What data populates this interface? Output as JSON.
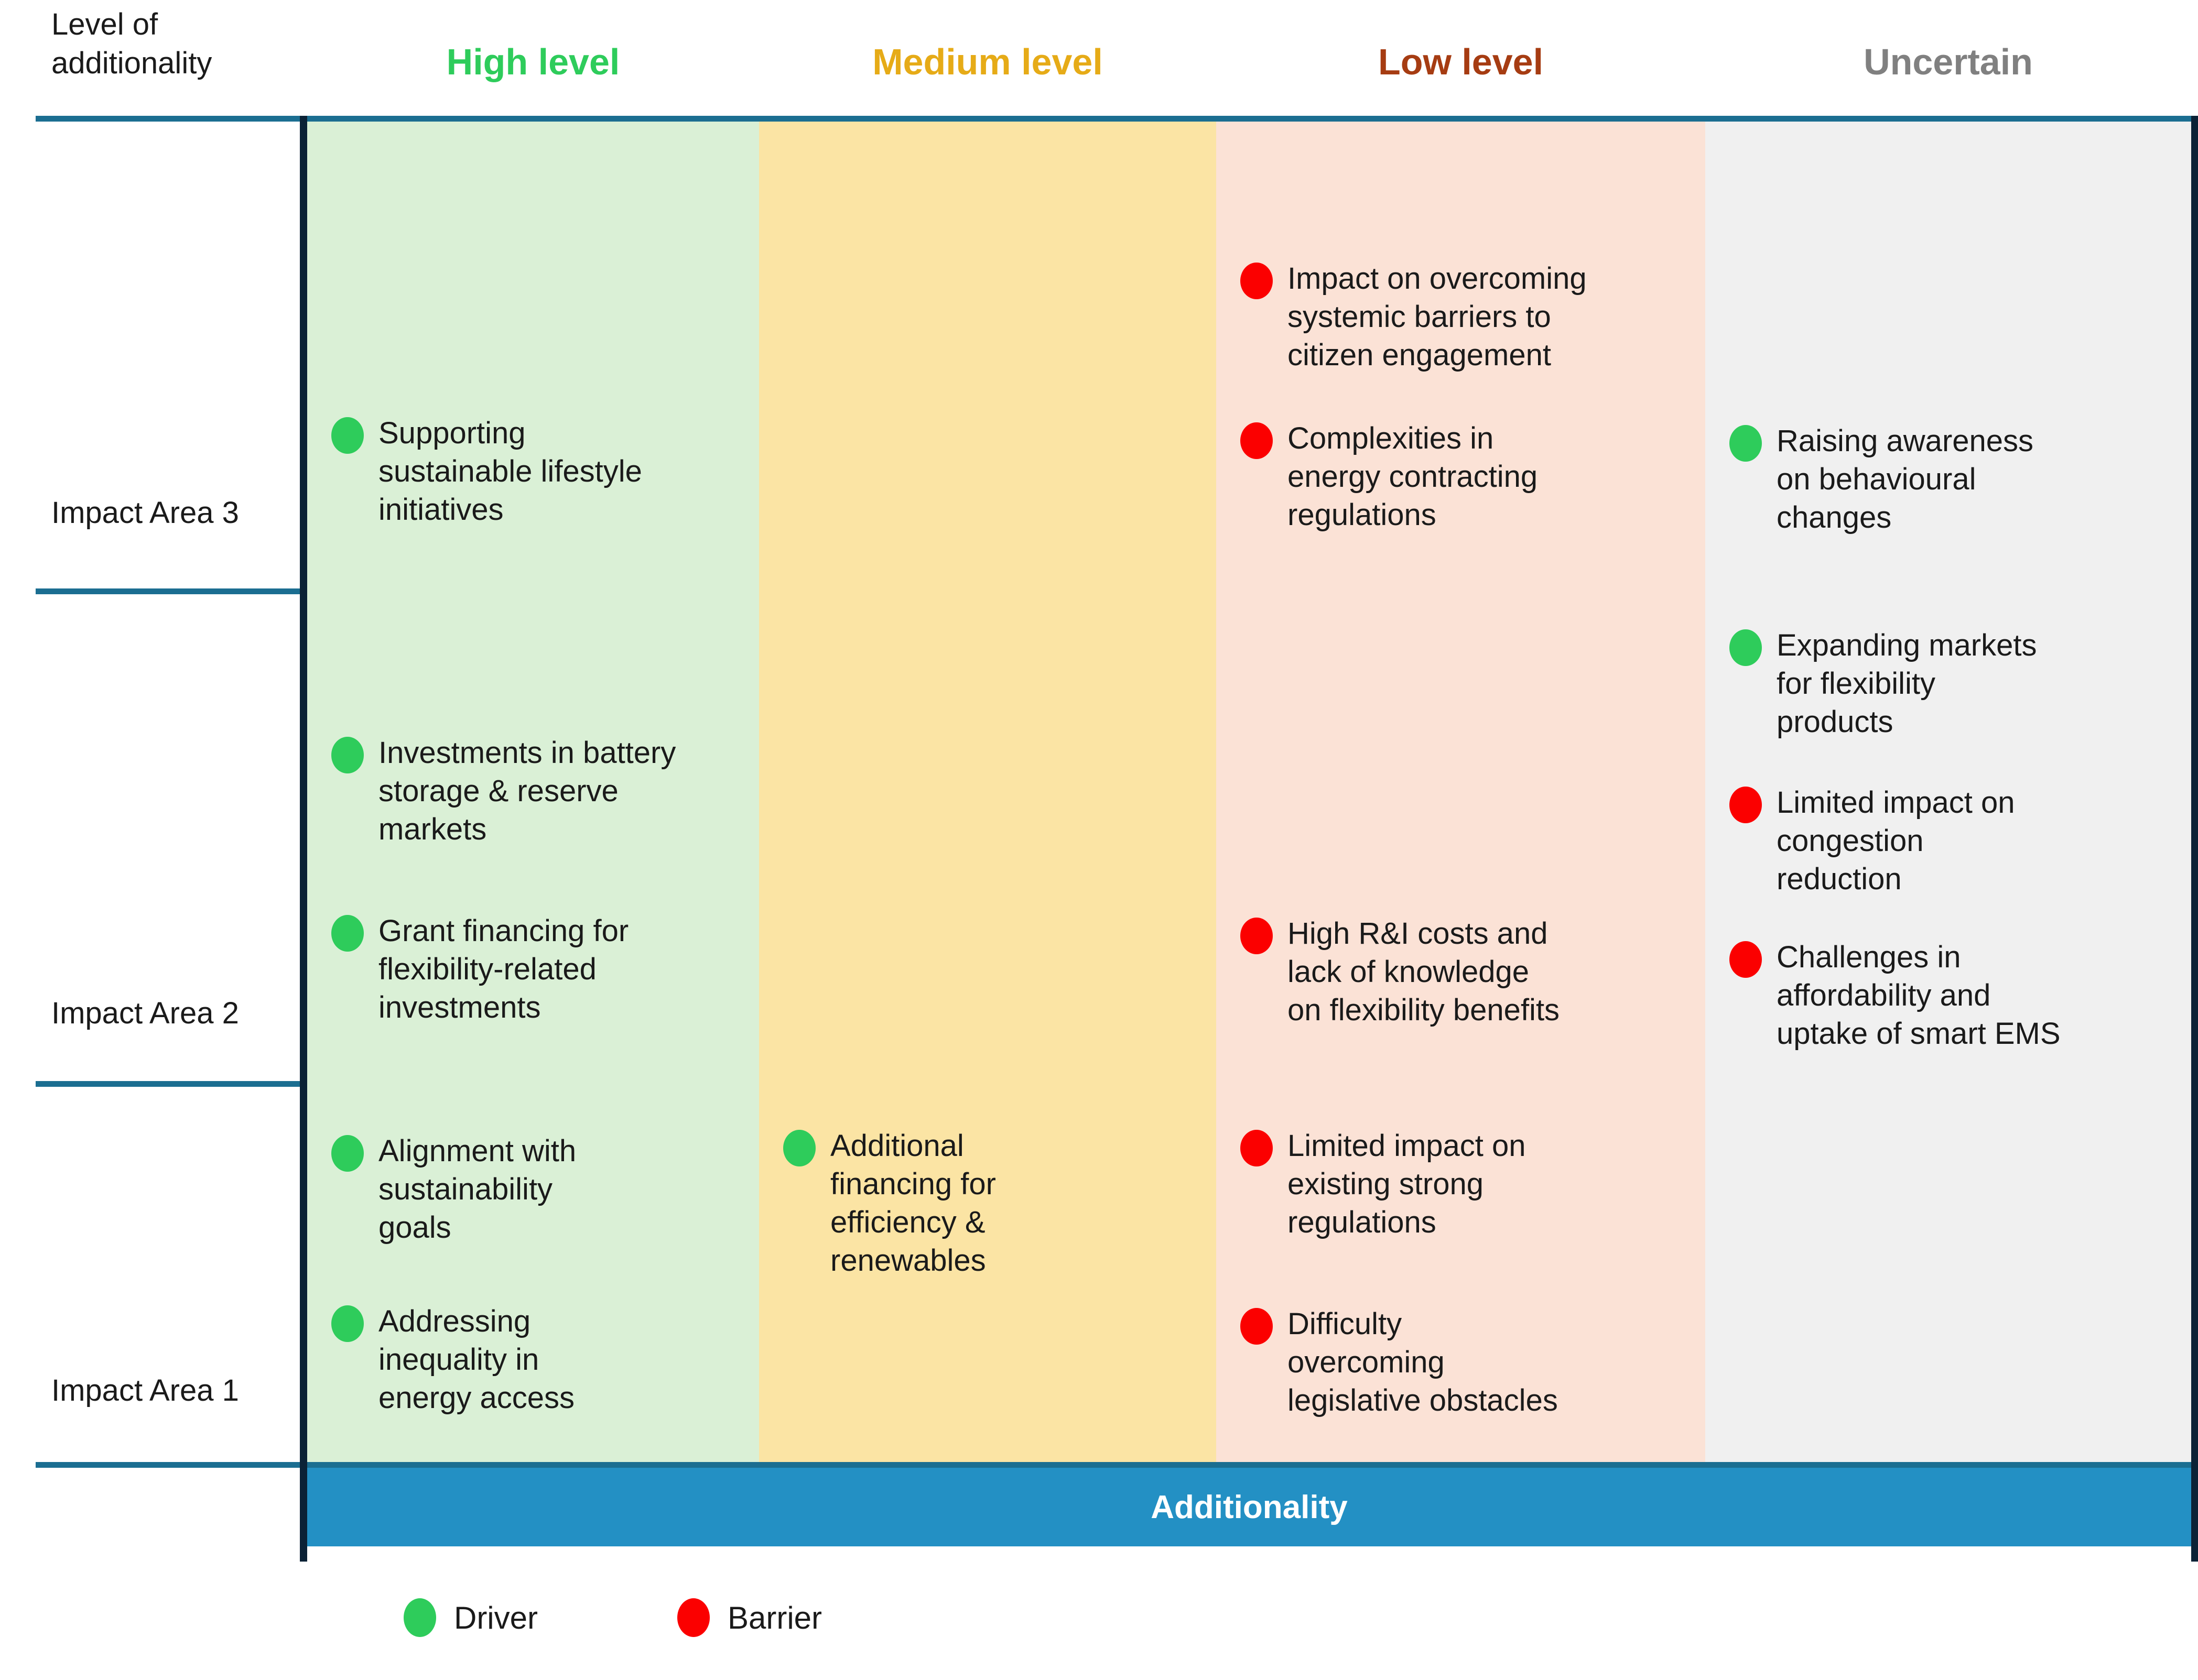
{
  "header": {
    "axis_label": "Level of\nadditionality",
    "columns": [
      {
        "label": "High level",
        "color": "#2ecc5b",
        "cell_bg": "#daf0d6"
      },
      {
        "label": "Medium level",
        "color": "#e6ab17",
        "cell_bg": "#fbe4a4"
      },
      {
        "label": "Low level",
        "color": "#a63c12",
        "cell_bg": "#fbe2d6"
      },
      {
        "label": "Uncertain",
        "color": "#808080",
        "cell_bg": "#f0f0f0"
      }
    ]
  },
  "rows": [
    {
      "label": "Impact Area 3",
      "cells": [
        {
          "column": "High level",
          "items": [
            {
              "type": "driver",
              "text": "Supporting\nsustainable lifestyle\ninitiatives"
            }
          ]
        },
        {
          "column": "Medium level",
          "items": []
        },
        {
          "column": "Low level",
          "items": [
            {
              "type": "barrier",
              "text": "Impact on overcoming\nsystemic barriers to\ncitizen engagement"
            },
            {
              "type": "barrier",
              "text": "Complexities in\nenergy contracting\nregulations"
            }
          ]
        },
        {
          "column": "Uncertain",
          "items": [
            {
              "type": "driver",
              "text": "Raising awareness\non behavioural\nchanges"
            }
          ]
        }
      ]
    },
    {
      "label": "Impact Area 2",
      "cells": [
        {
          "column": "High level",
          "items": [
            {
              "type": "driver",
              "text": "Investments in battery\nstorage & reserve\nmarkets"
            },
            {
              "type": "driver",
              "text": "Grant financing for\nflexibility-related\ninvestments"
            }
          ]
        },
        {
          "column": "Medium level",
          "items": []
        },
        {
          "column": "Low level",
          "items": [
            {
              "type": "barrier",
              "text": "High R&I costs and\nlack of knowledge\non flexibility benefits"
            }
          ]
        },
        {
          "column": "Uncertain",
          "items": [
            {
              "type": "driver",
              "text": "Expanding markets\nfor flexibility\nproducts"
            },
            {
              "type": "barrier",
              "text": "Limited impact on\ncongestion\nreduction"
            },
            {
              "type": "barrier",
              "text": "Challenges in\naffordability and\nuptake of smart EMS"
            }
          ]
        }
      ]
    },
    {
      "label": "Impact Area 1",
      "cells": [
        {
          "column": "High level",
          "items": [
            {
              "type": "driver",
              "text": "Alignment with\nsustainability\ngoals"
            },
            {
              "type": "driver",
              "text": "Addressing\ninequality in\nenergy access"
            }
          ]
        },
        {
          "column": "Medium level",
          "items": [
            {
              "type": "driver",
              "text": "Additional\nfinancing for\nefficiency &\nrenewables"
            }
          ]
        },
        {
          "column": "Low level",
          "items": [
            {
              "type": "barrier",
              "text": "Limited impact on\nexisting strong\nregulations"
            },
            {
              "type": "barrier",
              "text": "Difficulty\novercoming\nlegislative obstacles"
            }
          ]
        },
        {
          "column": "Uncertain",
          "items": []
        }
      ]
    }
  ],
  "additionality_bar": {
    "label": "Additionality",
    "color": "#2390c4"
  },
  "legend": {
    "driver": {
      "label": "Driver",
      "color": "#2ecc5b"
    },
    "barrier": {
      "label": "Barrier",
      "color": "#fb0000"
    }
  },
  "frame": {
    "rule_color": "#1b6e91",
    "separator_color": "#0b2236"
  }
}
